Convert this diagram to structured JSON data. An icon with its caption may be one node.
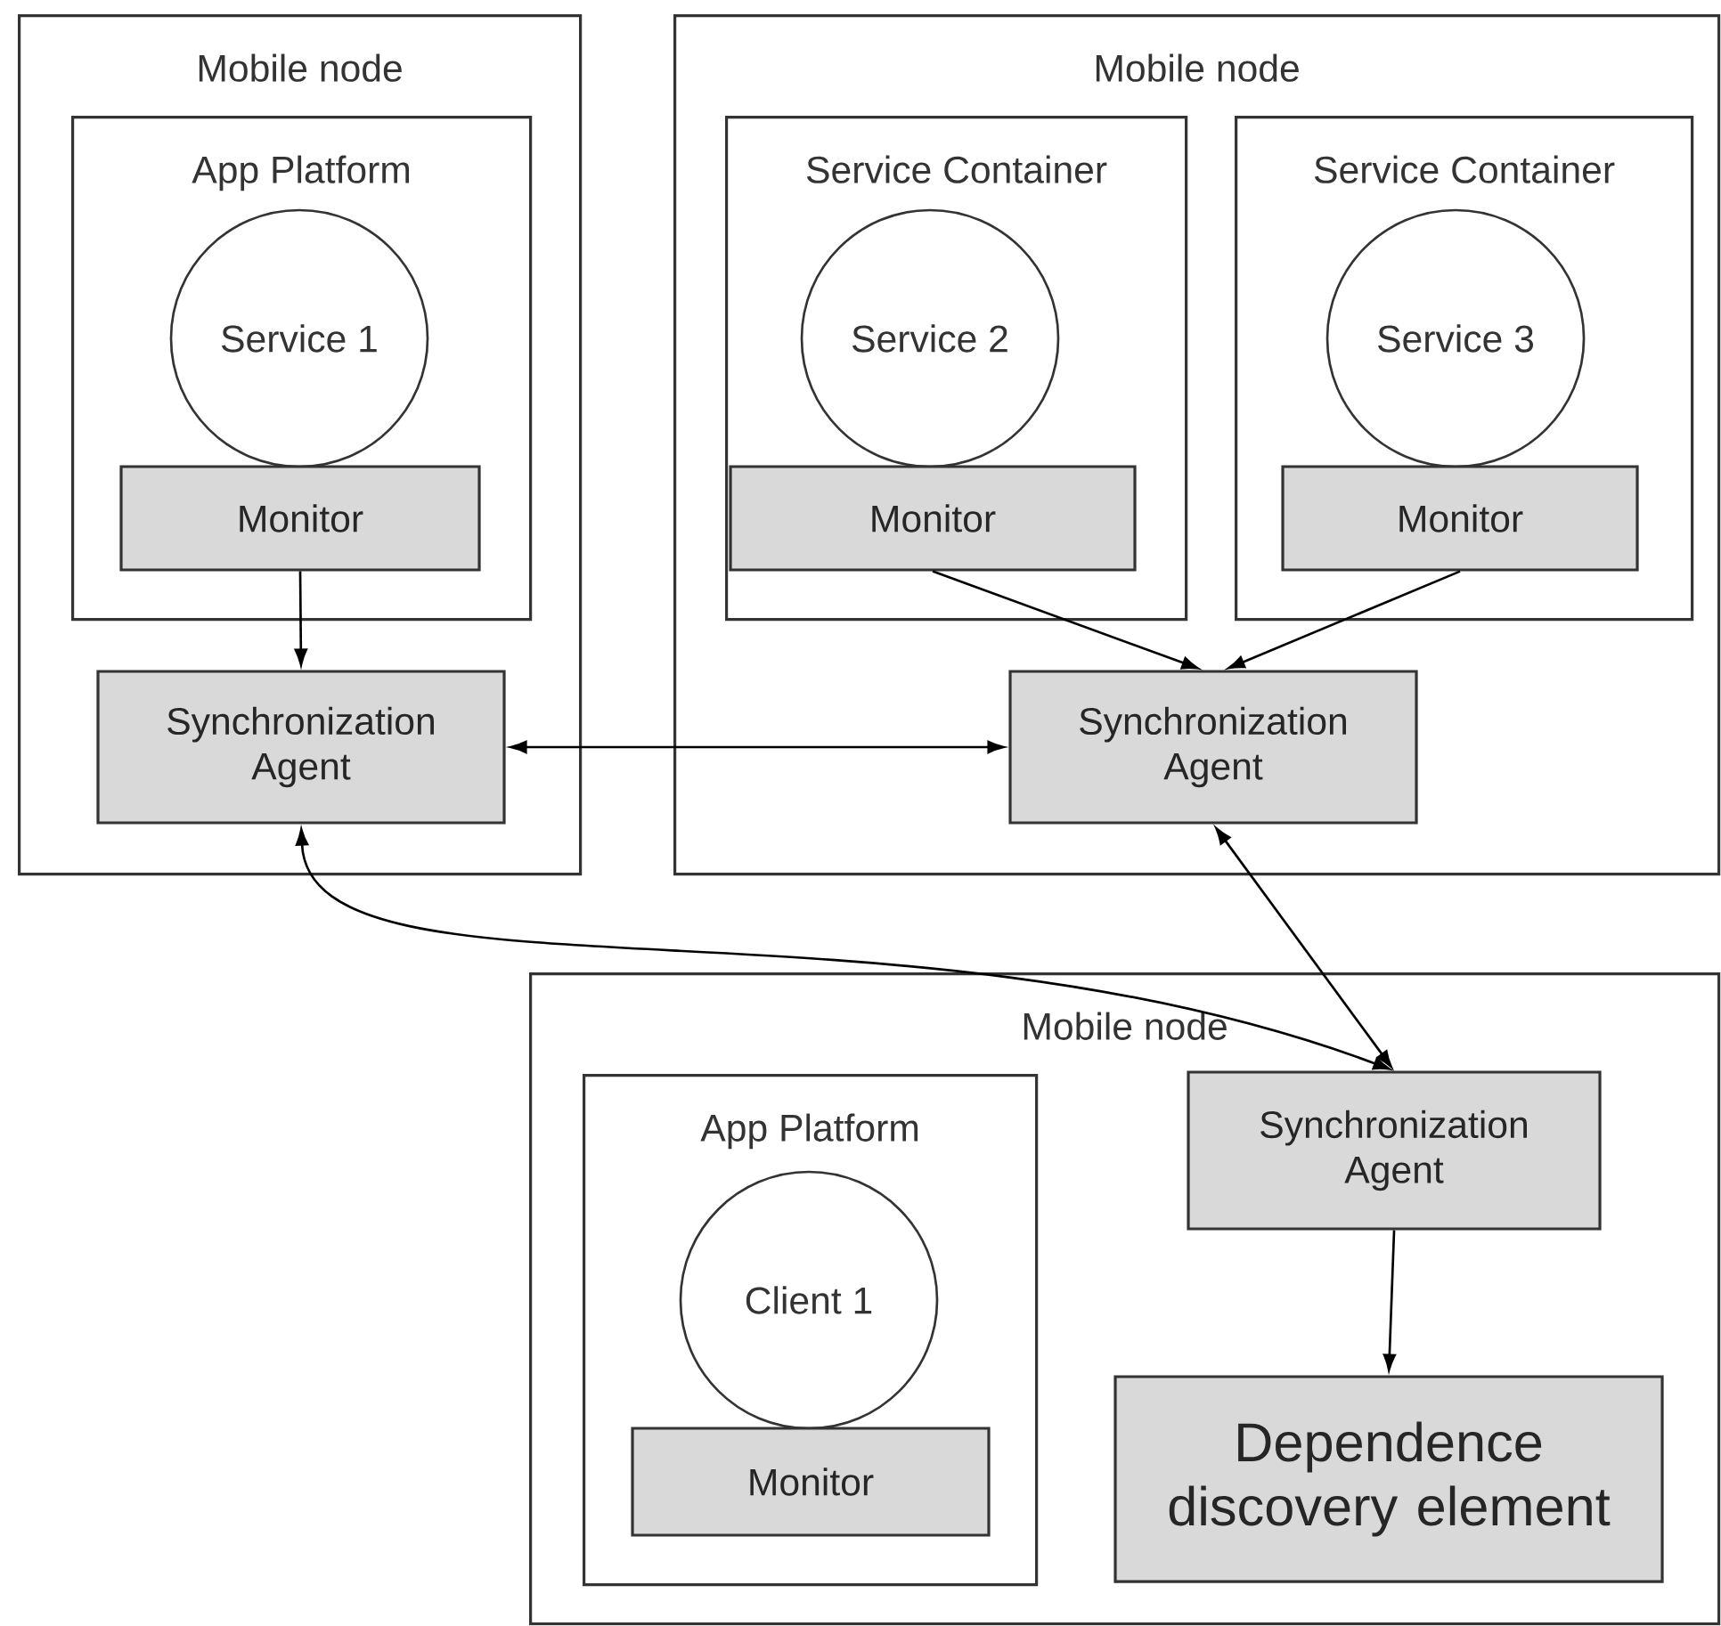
{
  "diagram": {
    "nodes": [
      {
        "text": [
          "Mobile node"
        ]
      },
      {
        "text": [
          "App Platform"
        ],
        "in": 0
      },
      {
        "text": [
          "Service 1"
        ],
        "in": 1
      },
      {
        "text": [
          "Monitor"
        ],
        "in": 1
      },
      {
        "text": [
          "Synchronization Agent"
        ],
        "in": 0
      },
      {
        "text": [
          "Mobile node"
        ]
      },
      {
        "text": [
          "Service Container"
        ],
        "in": 5
      },
      {
        "text": [
          "Service 2"
        ],
        "in": 6
      },
      {
        "text": [
          "Monitor"
        ],
        "in": 6
      },
      {
        "text": [
          "Service Container"
        ],
        "in": 5
      },
      {
        "text": [
          "Service 3"
        ],
        "in": 9
      },
      {
        "text": [
          "Monitor"
        ],
        "in": 9
      },
      {
        "text": [
          "Synchronization Agent"
        ],
        "in": 5
      },
      {
        "text": [
          "Mobile node"
        ]
      },
      {
        "text": [
          "App Platform"
        ],
        "in": 13
      },
      {
        "text": [
          "Client 1"
        ],
        "in": 14
      },
      {
        "text": [
          "Monitor"
        ],
        "in": 14
      },
      {
        "text": [
          "Synchronization Agent"
        ],
        "in": 13
      },
      {
        "text": [
          "Dependence discovery element"
        ],
        "in": 13
      }
    ],
    "edges": [
      {
        "from": 3,
        "to": 4,
        "arrow": "to"
      },
      {
        "from": 4,
        "to": 12,
        "arrow": "both"
      },
      {
        "from": 8,
        "to": 12,
        "arrow": "to"
      },
      {
        "from": 11,
        "to": 12,
        "arrow": "to"
      },
      {
        "from": 12,
        "to": 17,
        "arrow": "both"
      },
      {
        "from": 4,
        "to": 17,
        "arrow": "both"
      },
      {
        "from": 17,
        "to": 18,
        "arrow": "to"
      }
    ]
  }
}
